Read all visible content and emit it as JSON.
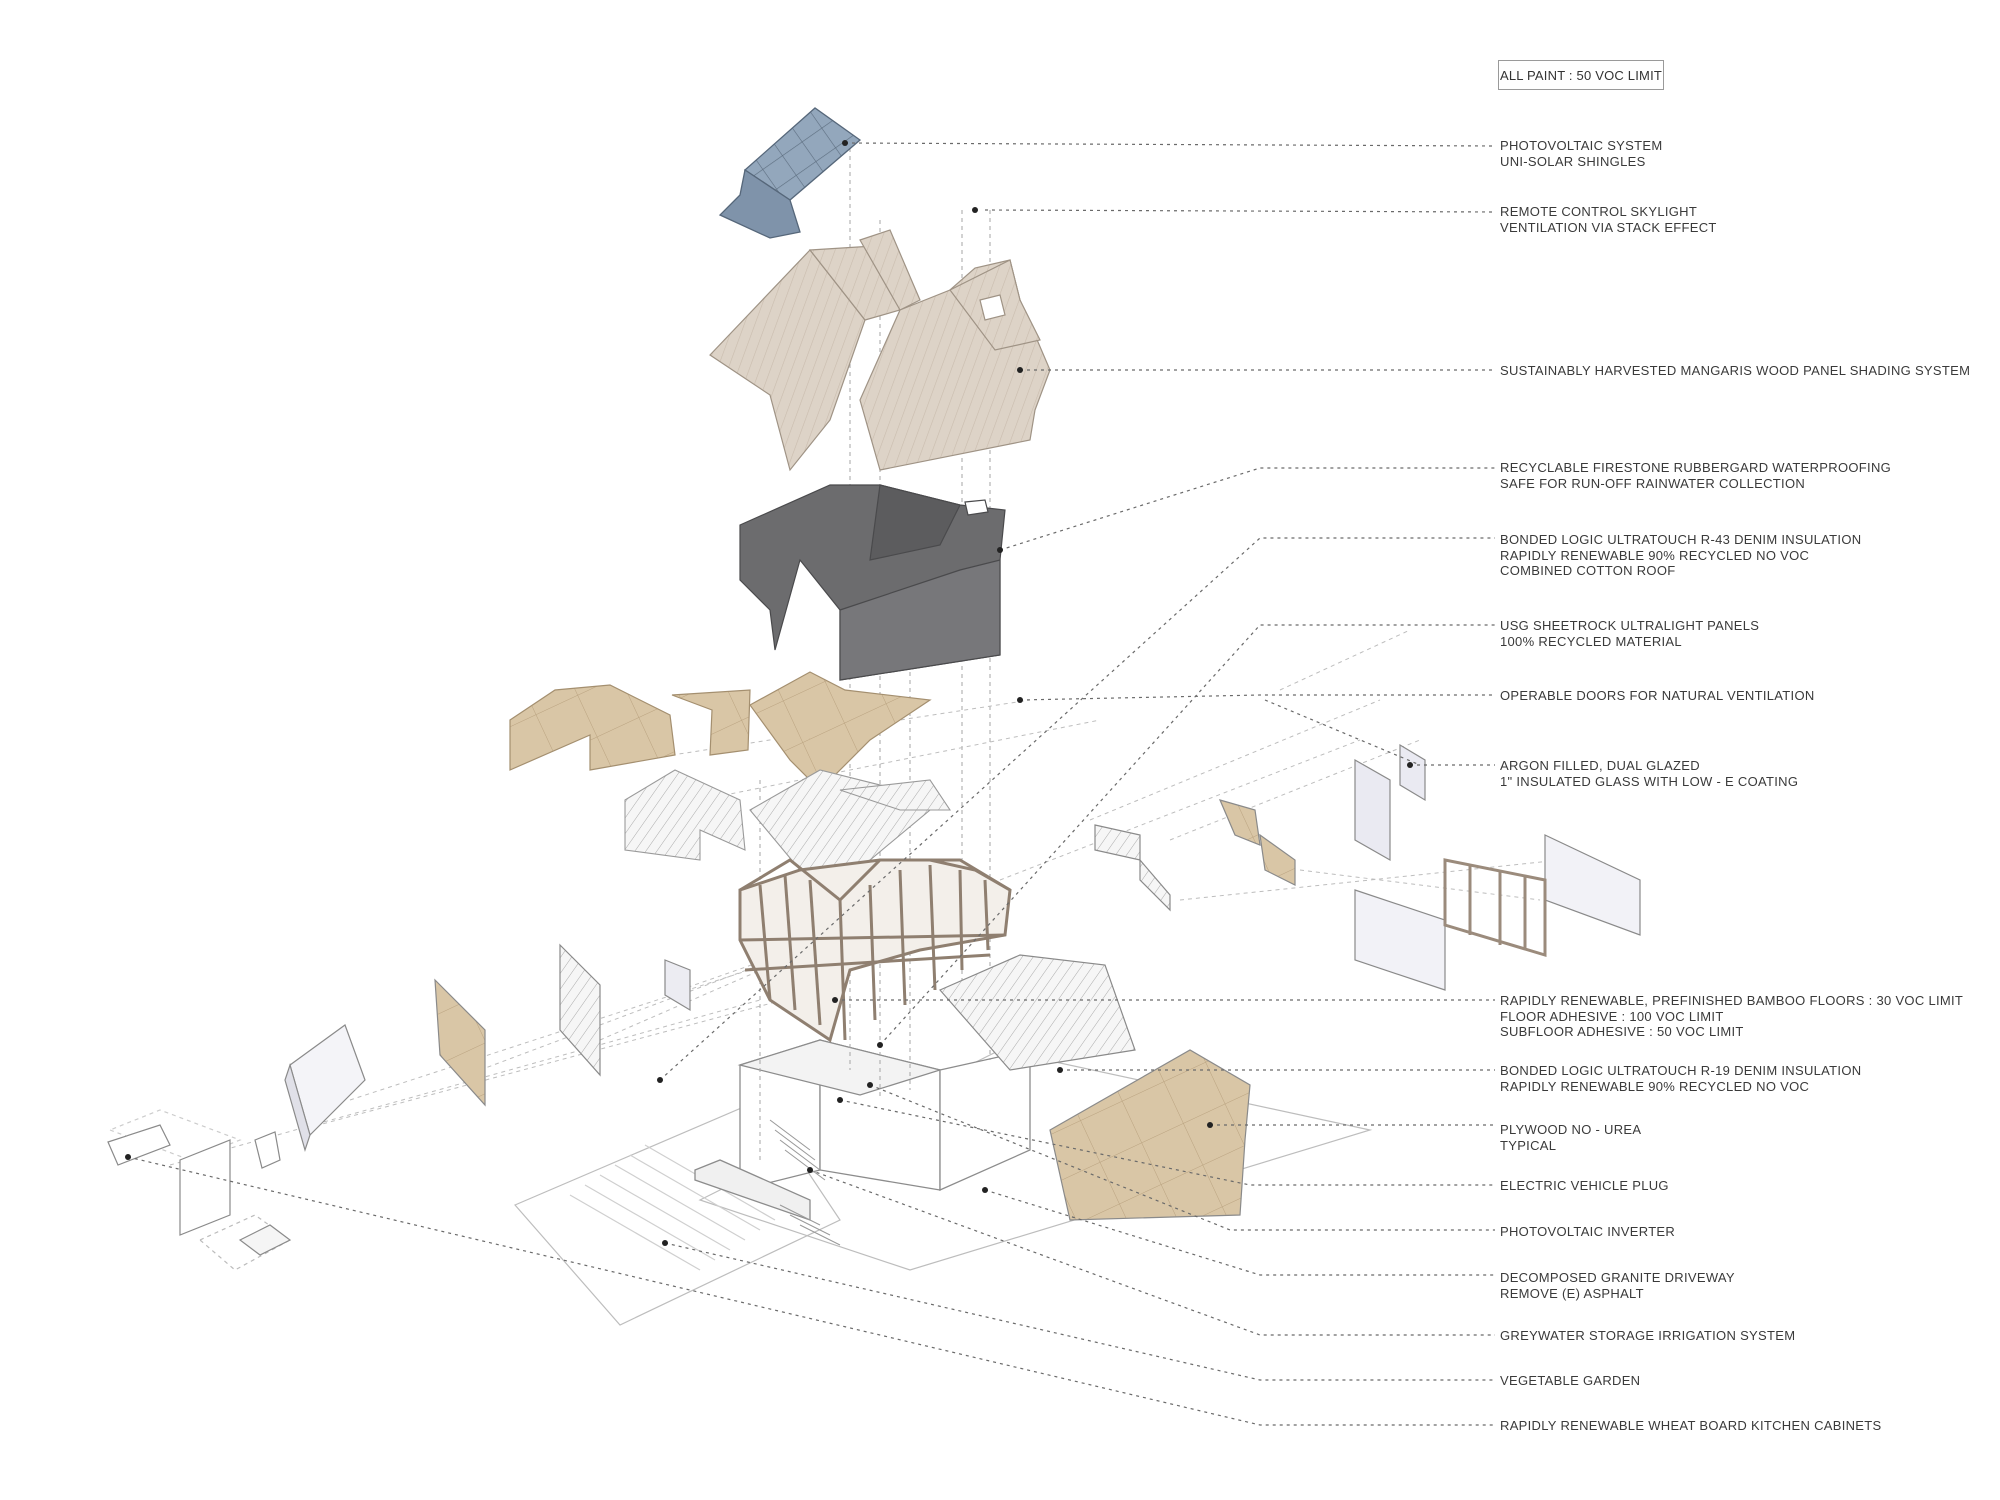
{
  "note": "ALL PAINT : 50 VOC LIMIT",
  "callouts": [
    {
      "lines": [
        "PHOTOVOLTAIC SYSTEM",
        "UNI-SOLAR SHINGLES"
      ]
    },
    {
      "lines": [
        "REMOTE CONTROL SKYLIGHT",
        "VENTILATION VIA STACK EFFECT"
      ]
    },
    {
      "lines": [
        "SUSTAINABLY HARVESTED MANGARIS WOOD PANEL SHADING SYSTEM"
      ]
    },
    {
      "lines": [
        "RECYCLABLE FIRESTONE RUBBERGARD WATERPROOFING",
        "SAFE FOR RUN-OFF RAINWATER COLLECTION"
      ]
    },
    {
      "lines": [
        "BONDED LOGIC ULTRATOUCH R-43 DENIM INSULATION",
        "RAPIDLY RENEWABLE 90% RECYCLED NO VOC",
        "COMBINED COTTON ROOF"
      ]
    },
    {
      "lines": [
        "USG SHEETROCK ULTRALIGHT PANELS",
        "100% RECYCLED MATERIAL"
      ]
    },
    {
      "lines": [
        "OPERABLE DOORS FOR NATURAL VENTILATION"
      ]
    },
    {
      "lines": [
        "ARGON FILLED, DUAL GLAZED",
        "1\" INSULATED GLASS WITH LOW - E COATING"
      ]
    },
    {
      "lines": [
        "RAPIDLY RENEWABLE, PREFINISHED BAMBOO FLOORS : 30 VOC LIMIT",
        "FLOOR ADHESIVE : 100 VOC LIMIT",
        "SUBFLOOR ADHESIVE : 50 VOC LIMIT"
      ]
    },
    {
      "lines": [
        "BONDED LOGIC ULTRATOUCH R-19 DENIM INSULATION",
        "RAPIDLY RENEWABLE 90% RECYCLED NO VOC"
      ]
    },
    {
      "lines": [
        "PLYWOOD NO - UREA",
        "TYPICAL"
      ]
    },
    {
      "lines": [
        "ELECTRIC VEHICLE PLUG"
      ]
    },
    {
      "lines": [
        "PHOTOVOLTAIC INVERTER"
      ]
    },
    {
      "lines": [
        "DECOMPOSED GRANITE DRIVEWAY",
        "REMOVE (E) ASPHALT"
      ]
    },
    {
      "lines": [
        "GREYWATER STORAGE  IRRIGATION SYSTEM"
      ]
    },
    {
      "lines": [
        "VEGETABLE GARDEN"
      ]
    },
    {
      "lines": [
        "RAPIDLY RENEWABLE WHEAT BOARD KITCHEN CABINETS"
      ]
    }
  ],
  "colors": {
    "solar": "#8ea3b8",
    "wood": "#dcd2c6",
    "plywood": "#d8c4a4",
    "membrane": "#6f6f71",
    "frame": "#9a8a7c",
    "glass": "#e6e6f2",
    "leader": "#6a6a6a",
    "outline": "#a8a8a8"
  }
}
